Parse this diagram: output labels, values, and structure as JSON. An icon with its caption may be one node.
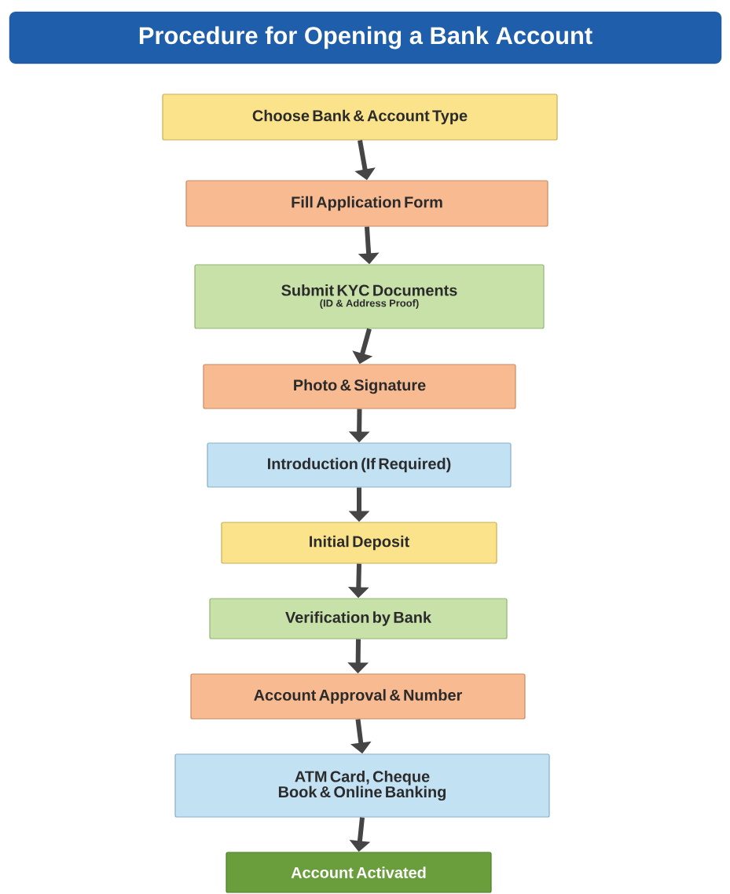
{
  "diagram": {
    "title": "Procedure for Opening a Bank Account",
    "nodes": [
      {
        "text": [
          "Choose Bank & Account Type"
        ]
      },
      {
        "text": [
          "Fill Application Form"
        ]
      },
      {
        "text": [
          "Submit KYC Documents",
          "(ID & Address Proof)"
        ]
      },
      {
        "text": [
          "Photo & Signature"
        ]
      },
      {
        "text": [
          "Introduction (If Required)"
        ]
      },
      {
        "text": [
          "Initial Deposit"
        ]
      },
      {
        "text": [
          "Verification by Bank"
        ]
      },
      {
        "text": [
          "Account Approval & Number"
        ]
      },
      {
        "text": [
          "ATM Card, Cheque Book & Online Banking"
        ]
      },
      {
        "text": [
          "Account Activated"
        ]
      }
    ],
    "edges": [
      {
        "from": 0,
        "to": 1,
        "arrow": "to"
      },
      {
        "from": 1,
        "to": 2,
        "arrow": "to"
      },
      {
        "from": 2,
        "to": 3,
        "arrow": "to"
      },
      {
        "from": 3,
        "to": 4,
        "arrow": "to"
      },
      {
        "from": 4,
        "to": 5,
        "arrow": "to"
      },
      {
        "from": 5,
        "to": 6,
        "arrow": "to"
      },
      {
        "from": 6,
        "to": 7,
        "arrow": "to"
      },
      {
        "from": 7,
        "to": 8,
        "arrow": "to"
      },
      {
        "from": 8,
        "to": 9,
        "arrow": "to"
      }
    ]
  }
}
